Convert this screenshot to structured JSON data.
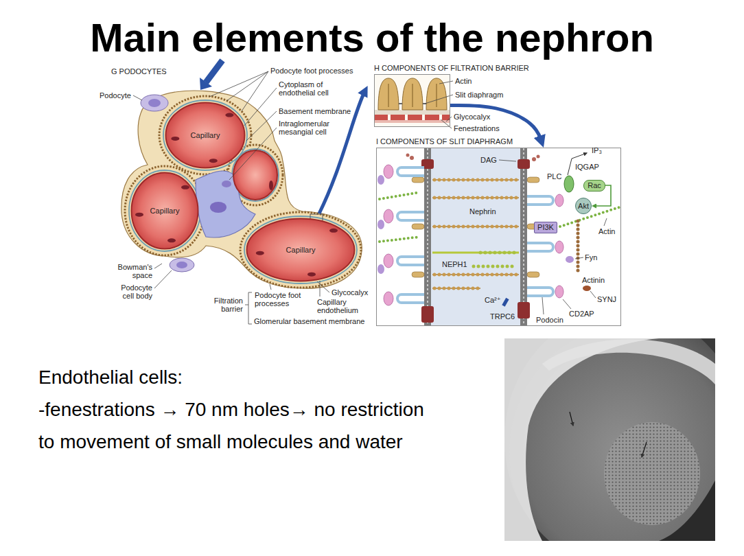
{
  "diagram": {
    "title": "Main elements of the nephron",
    "nodes": [
      {
        "text": [
          "H COMPONENTS OF FILTRATION BARRIER"
        ]
      },
      {
        "text": [
          "Capillary"
        ]
      },
      {
        "text": [
          "I COMPONENTS OF SLIT DIAPHRAGM"
        ]
      },
      {
        "text": [
          "Rac"
        ],
        "in": 2
      },
      {
        "text": [
          "Akt"
        ],
        "in": 2
      },
      {
        "text": [
          "PI3K"
        ],
        "in": 2
      },
      {
        "text": [
          "Capillary"
        ]
      },
      {
        "text": [
          "Capillary"
        ]
      }
    ],
    "edges": [
      {
        "from": 0,
        "to": 2,
        "arrow": "to"
      },
      {
        "from": 3,
        "to": 4,
        "arrow": "to"
      }
    ],
    "labels": [
      "G PODOCYTES",
      "Podocyte foot processes",
      "Cytoplasm of endothelial cell",
      "Basement membrane",
      "Intraglomerular mesangial cell",
      "Podocyte",
      "Actin",
      "Slit diaphragm",
      "Glycocalyx",
      "Fenestrations",
      "DAG",
      "IP₃",
      "IQGAP",
      "PLC",
      "Nephrin",
      "Actin",
      "Fyn",
      "NEPH1",
      "Actinin",
      "Bowman's space",
      "Podocyte cell body",
      "Glycocalyx",
      "Filtration barrier",
      "Podocyte foot processes",
      "Capillary endothelium",
      "Ca²⁺",
      "SYNJ",
      "TRPC6",
      "CD2AP",
      "Podocin",
      "Glomerular basement membrane",
      "Endothelial cells:",
      "-fenestrations → 70 nm holes→ no restriction to movement of small molecules and water"
    ]
  }
}
